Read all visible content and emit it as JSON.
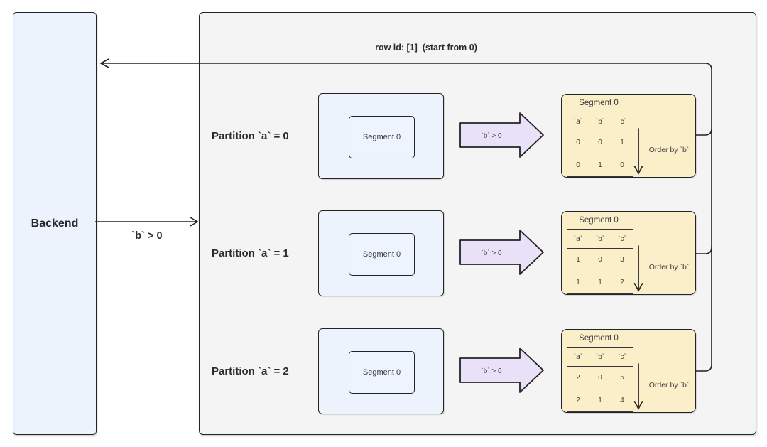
{
  "backend": {
    "label": "Backend"
  },
  "forward_arrow": {
    "label": "`b` > 0"
  },
  "return_arrow": {
    "label": "row id: [1]  (start from 0)"
  },
  "rows": [
    {
      "partition_label": "Partition `a` = 0",
      "segment_label": "Segment 0",
      "filter_label": "`b` > 0",
      "result": {
        "title": "Segment 0",
        "columns": [
          "`a`",
          "`b`",
          "`c`"
        ],
        "rows": [
          [
            "0",
            "0",
            "1"
          ],
          [
            "0",
            "1",
            "0"
          ]
        ],
        "order_label": "Order by `b`"
      }
    },
    {
      "partition_label": "Partition `a` = 1",
      "segment_label": "Segment 0",
      "filter_label": "`b` > 0",
      "result": {
        "title": "Segment 0",
        "columns": [
          "`a`",
          "`b`",
          "`c`"
        ],
        "rows": [
          [
            "1",
            "0",
            "3"
          ],
          [
            "1",
            "1",
            "2"
          ]
        ],
        "order_label": "Order by `b`"
      }
    },
    {
      "partition_label": "Partition `a` = 2",
      "segment_label": "Segment 0",
      "filter_label": "`b` > 0",
      "result": {
        "title": "Segment 0",
        "columns": [
          "`a`",
          "`b`",
          "`c`"
        ],
        "rows": [
          [
            "2",
            "0",
            "5"
          ],
          [
            "2",
            "1",
            "4"
          ]
        ],
        "order_label": "Order by `b`"
      }
    }
  ],
  "colors": {
    "backend_fill": "#edf3fc",
    "container_fill": "#f4f4f5",
    "partition_fill": "#edf3fc",
    "segment_fill": "#eef4fd",
    "filter_arrow_fill": "#e9e1f8",
    "result_fill": "#faefc8",
    "stroke": "#222327"
  }
}
